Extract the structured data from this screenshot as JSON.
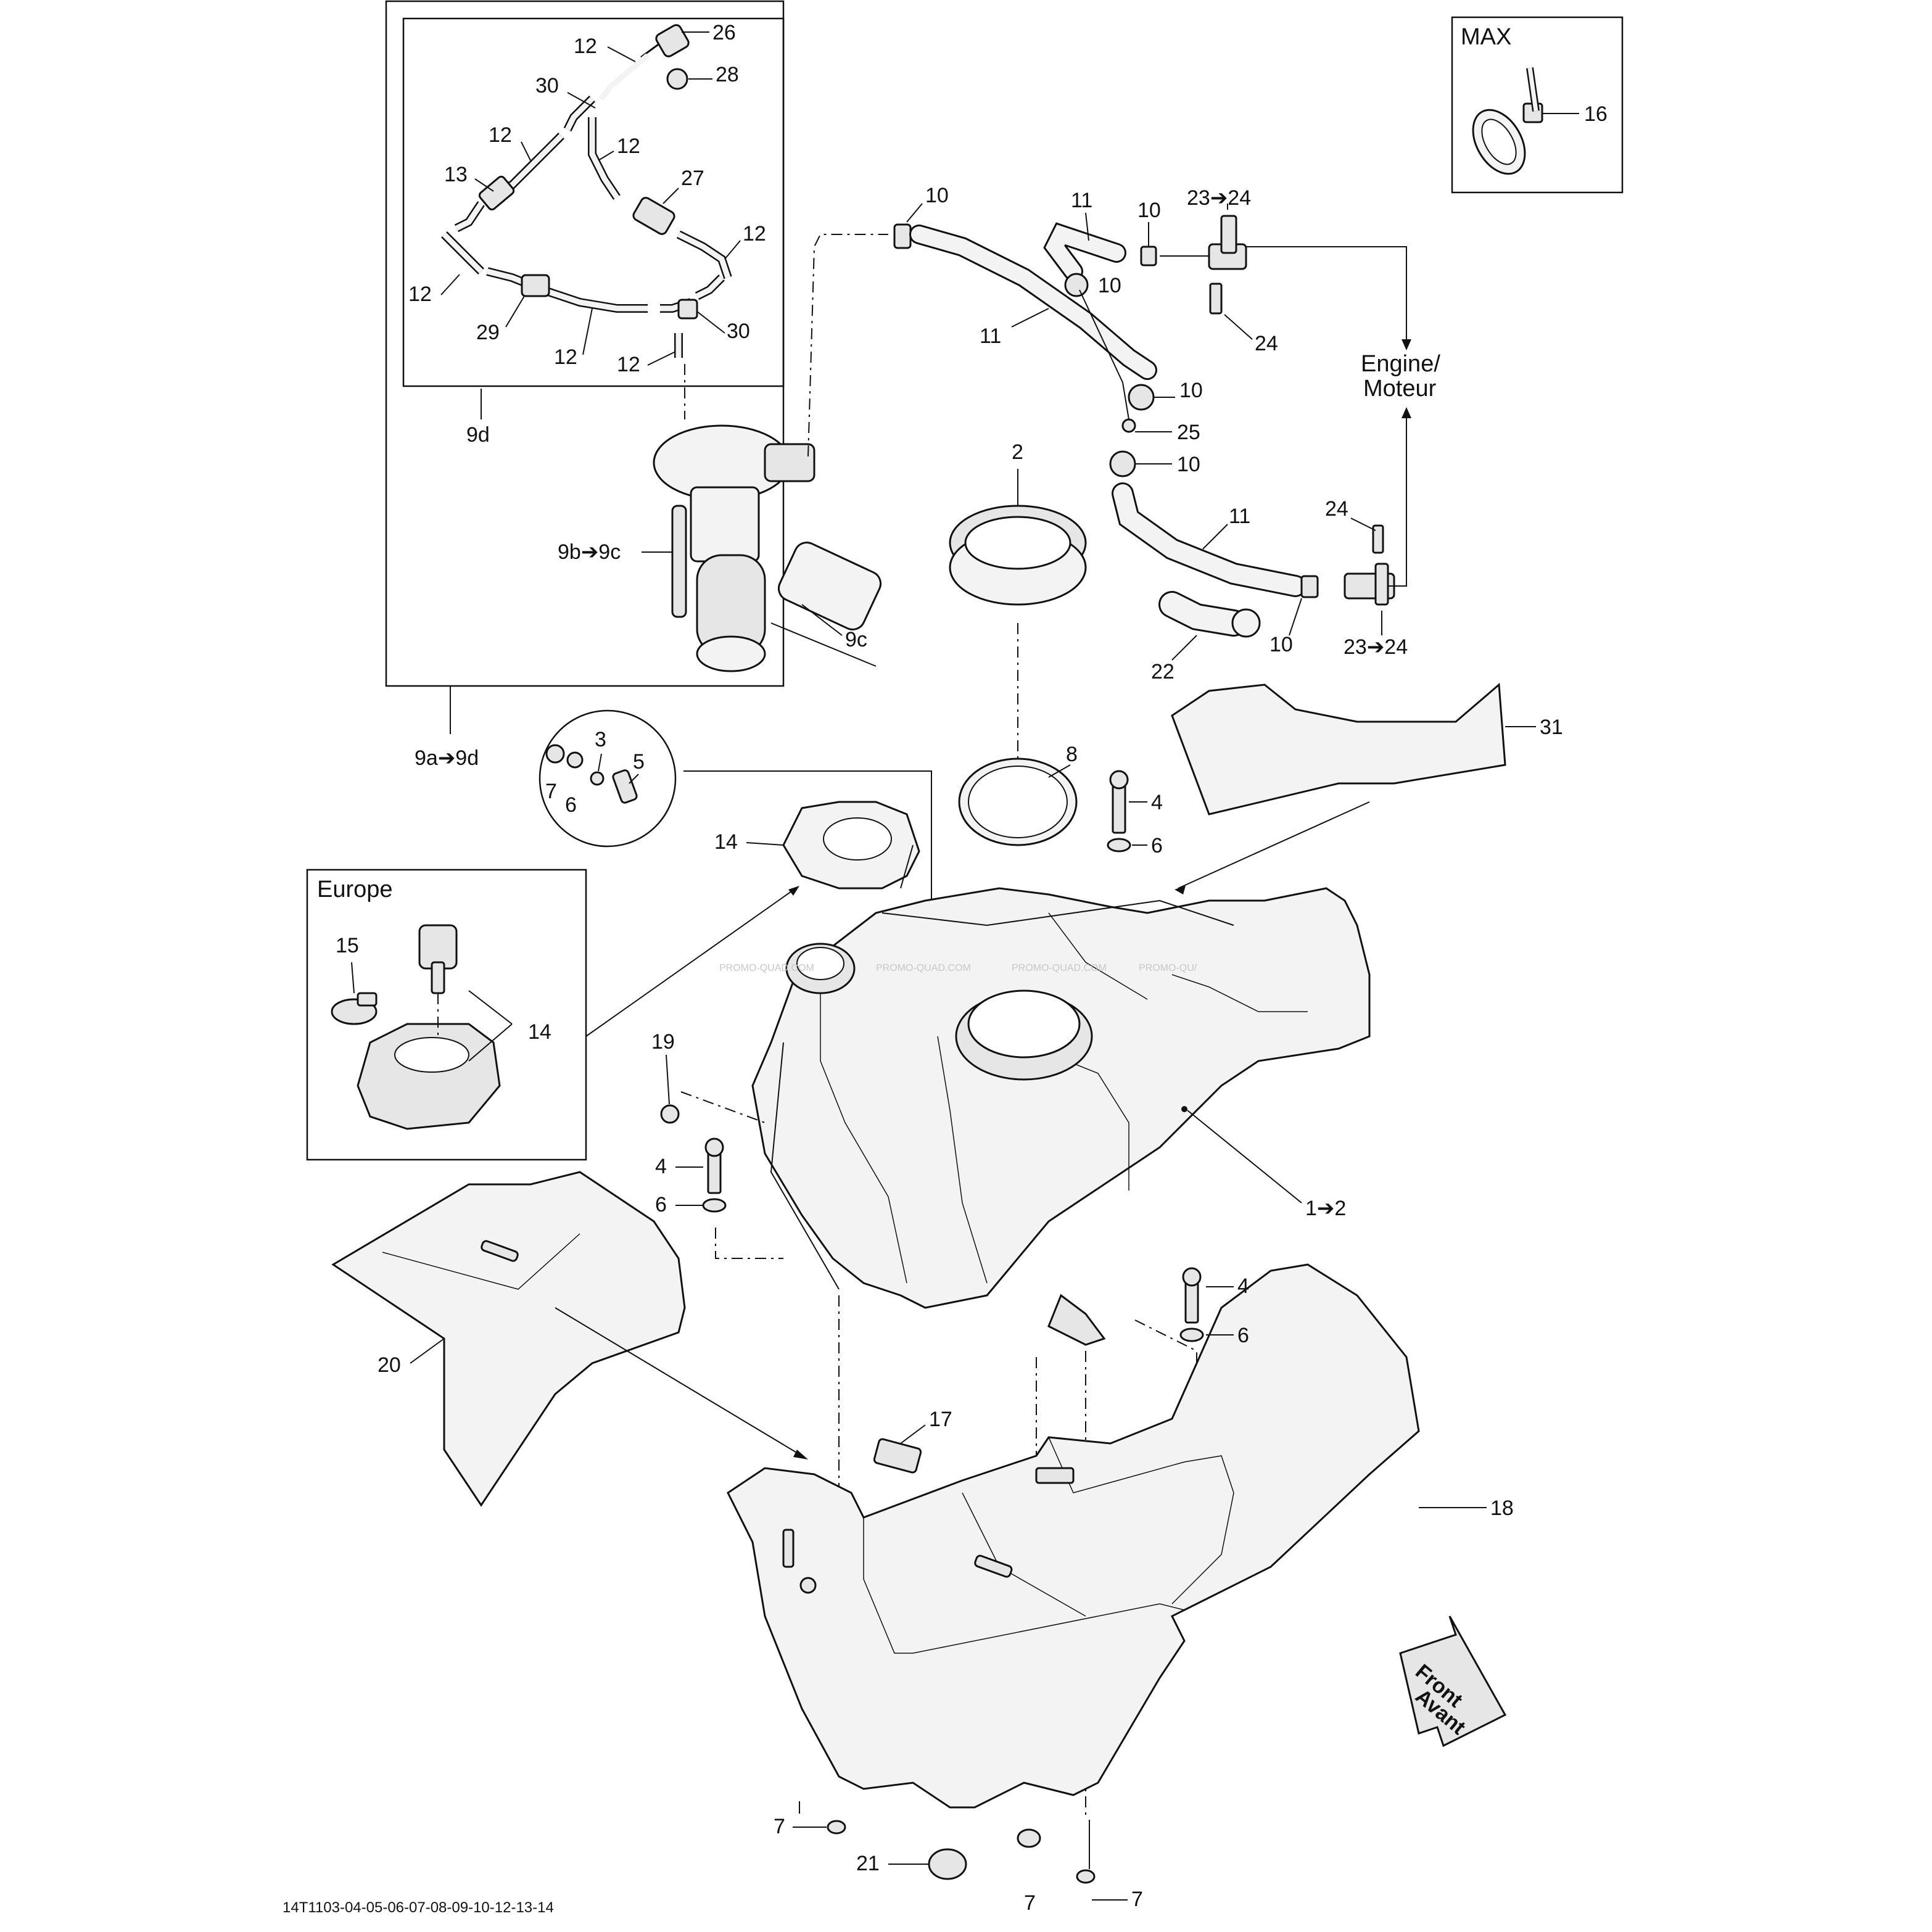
{
  "diagram": {
    "labels": {
      "l26": "26",
      "l28": "28",
      "l12a": "12",
      "l30a": "30",
      "l12b": "12",
      "l12c": "12",
      "l13": "13",
      "l27": "27",
      "l12d": "12",
      "l12e": "12",
      "l29": "29",
      "l12f": "12",
      "l12g": "12",
      "l30b": "30",
      "l9d": "9d",
      "l9b9c": "9b➔9c",
      "l9c": "9c",
      "l9a9d": "9a➔9d",
      "l10a": "10",
      "l11a": "11",
      "l10b": "10",
      "l2324a": "23➔24",
      "l10c": "10",
      "l11b": "11",
      "l24a": "24",
      "l10d": "10",
      "l25": "25",
      "l10e": "10",
      "l2": "2",
      "l11c": "11",
      "l24b": "24",
      "l10f": "10",
      "l2324b": "23➔24",
      "l22": "22",
      "l31": "31",
      "l3": "3",
      "l5": "5",
      "l7a": "7",
      "l6a": "6",
      "l8": "8",
      "l4a": "4",
      "l6b": "6",
      "l14a": "14",
      "l15": "15",
      "l14b": "14",
      "l19": "19",
      "l4b": "4",
      "l6c": "6",
      "l12": "1➔2",
      "l4c": "4",
      "l6d": "6",
      "l20": "20",
      "l17": "17",
      "l18": "18",
      "l7b": "7",
      "l21": "21",
      "l7c": "7",
      "l7d": "7",
      "l16": "16"
    },
    "boxes": {
      "max": "MAX",
      "europe": "Europe",
      "engine_line1": "Engine/",
      "engine_line2": "Moteur",
      "front_line1": "Front",
      "front_line2": "Avant"
    },
    "watermark": [
      "PROMO-QUAD.COM",
      "PROMO-QUAD.COM",
      "PROMO-QUAD.COM",
      "PROMO-QU/"
    ],
    "footer_code": "14T1103-04-05-06-07-08-09-10-12-13-14"
  }
}
